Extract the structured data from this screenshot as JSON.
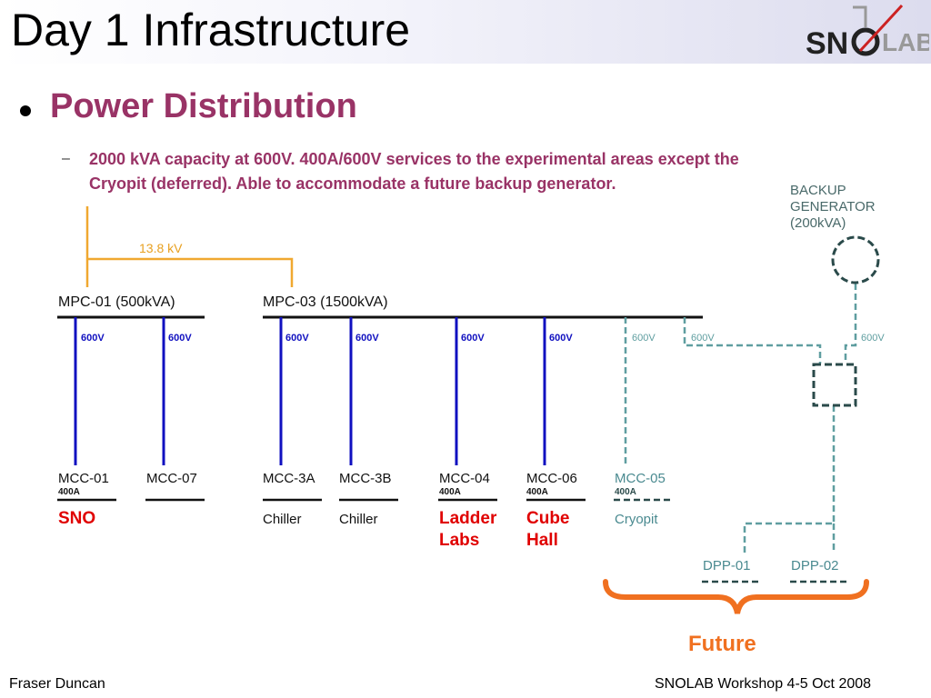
{
  "slide": {
    "title": "Day 1 Infrastructure",
    "heading": "Power Distribution",
    "dash": "–",
    "sub_line1": "2000 kVA capacity at 600V.  400A/600V services to the experimental areas except the",
    "sub_line2": "Cryopit (deferred).  Able to accommodate a future backup generator."
  },
  "logo": {
    "left": "SN",
    "right": "LAB"
  },
  "diagram": {
    "feeder_voltage": "13.8 kV",
    "mpc01": "MPC-01 (500kVA)",
    "mpc03": "MPC-03 (1500kVA)",
    "backup_line1": "BACKUP",
    "backup_line2": "GENERATOR",
    "backup_line3": "(200kVA)",
    "voltage": "600V",
    "mcc": [
      {
        "name": "MCC-01",
        "rating": "400A",
        "area1": "SNO",
        "area2": ""
      },
      {
        "name": "MCC-07",
        "rating": "",
        "area1": "",
        "area2": ""
      },
      {
        "name": "MCC-3A",
        "rating": "",
        "area1": "Chiller",
        "area2": ""
      },
      {
        "name": "MCC-3B",
        "rating": "",
        "area1": "Chiller",
        "area2": ""
      },
      {
        "name": "MCC-04",
        "rating": "400A",
        "area1": "Ladder",
        "area2": "Labs"
      },
      {
        "name": "MCC-06",
        "rating": "400A",
        "area1": "Cube",
        "area2": "Hall"
      },
      {
        "name": "MCC-05",
        "rating": "400A",
        "area1": "Cryopit",
        "area2": ""
      }
    ],
    "dpp01": "DPP-01",
    "dpp02": "DPP-02",
    "future": "Future"
  },
  "colors": {
    "title": "#000000",
    "heading": "#993366",
    "feeder": "#f0a830",
    "feeder_text": "#e8a020",
    "existing": "#1010c0",
    "future_line": "#5f9ea0",
    "future_text": "#4a8a90",
    "dark_dash": "#2a4a4a",
    "area_red": "#e00000",
    "brace": "#f07020"
  },
  "footer": {
    "left": "Fraser Duncan",
    "right": "SNOLAB Workshop 4-5 Oct 2008"
  }
}
